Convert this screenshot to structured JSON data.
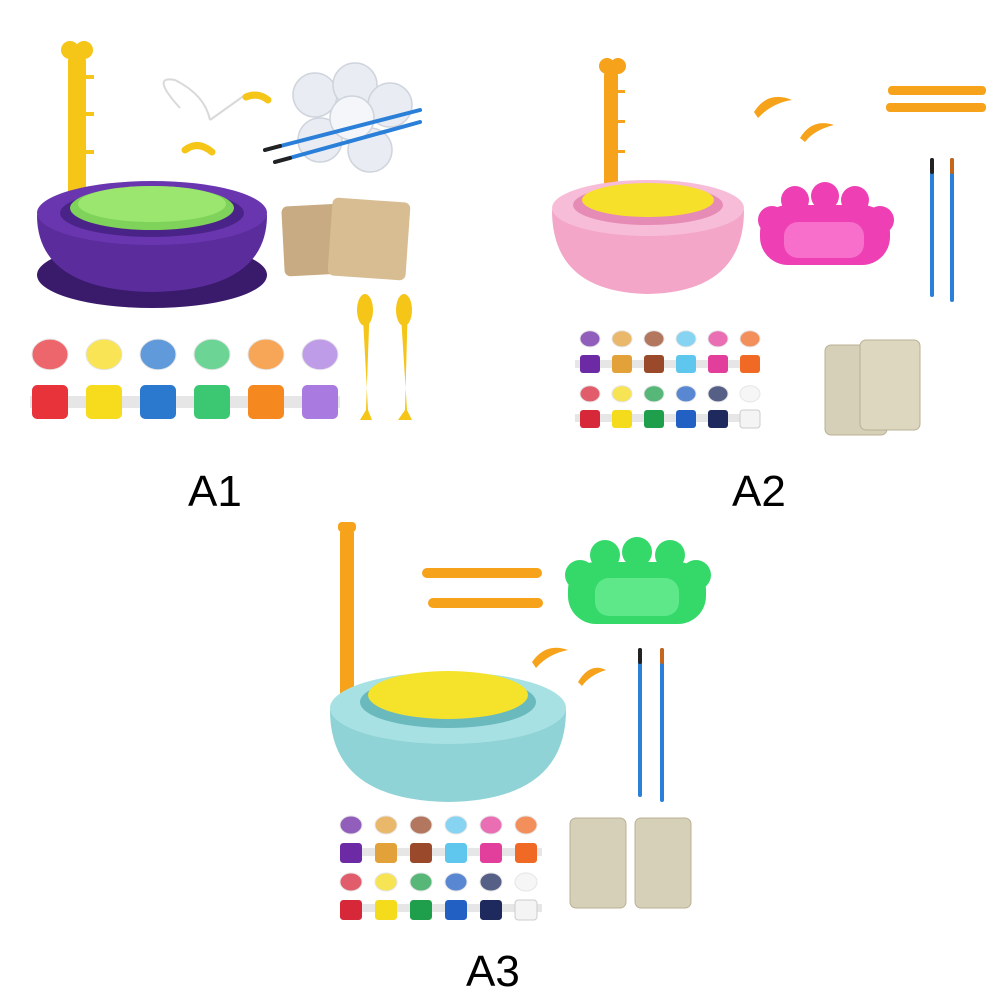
{
  "variants": [
    {
      "label": "A1",
      "wheel_color": "#5b2c9c",
      "platter_color": "#7fd35a",
      "tool_color": "#f5c518",
      "palette_color": "#e9ecf2"
    },
    {
      "label": "A2",
      "wheel_color": "#f3a6c8",
      "platter_color": "#f7e02a",
      "tool_color": "#f6a21a",
      "palette_color": "#ee3fb4"
    },
    {
      "label": "A3",
      "wheel_color": "#8fd3d6",
      "platter_color": "#f5e22a",
      "tool_color": "#f6a21a",
      "palette_color": "#35d96a"
    }
  ],
  "paint_colors": {
    "six": [
      "#e8333b",
      "#f7dc1e",
      "#2b79cf",
      "#3cc872",
      "#f5891f",
      "#a97be0"
    ],
    "twelve_top": [
      "#6d2aa5",
      "#e3a13a",
      "#9a4a2a",
      "#5fc6ee",
      "#e23e9c",
      "#f06a25"
    ],
    "twelve_bottom": [
      "#d7283a",
      "#f4dc1d",
      "#1f9f4b",
      "#2260c4",
      "#1e2a5e",
      "#f4f4f4"
    ]
  }
}
